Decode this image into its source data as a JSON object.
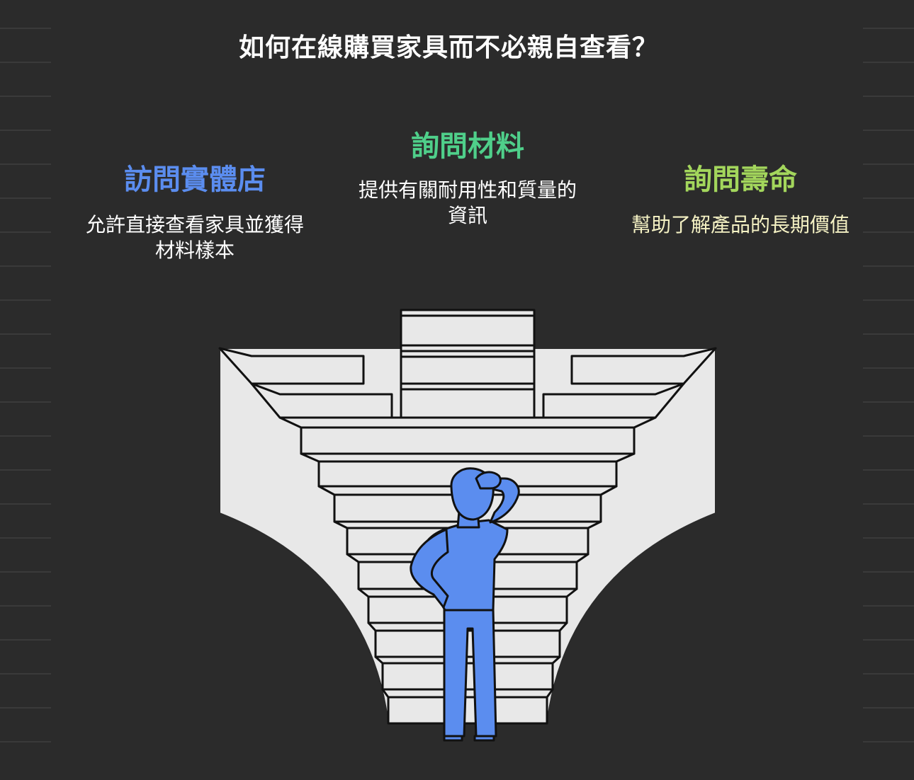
{
  "title": "如何在線購買家具而不必親自查看？",
  "options": [
    {
      "heading": "訪問實體店",
      "description": "允許直接查看家具並獲得材料樣本",
      "color": "#5b8def",
      "text_color": "#ffffff"
    },
    {
      "heading": "詢問材料",
      "description": "提供有關耐用性和質量的資訊",
      "color": "#4fcf8a",
      "text_color": "#ffffff"
    },
    {
      "heading": "詢問壽命",
      "description": "幫助了解產品的長期價值",
      "color": "#a3d65c",
      "text_color": "#f5f2c4"
    }
  ],
  "colors": {
    "background": "#2b2b2b",
    "stairs": "#e8e8e8",
    "outline": "#111111",
    "person": "#5b8def"
  },
  "icons": [
    "confused-person-icon",
    "staircase-paths-icon"
  ]
}
